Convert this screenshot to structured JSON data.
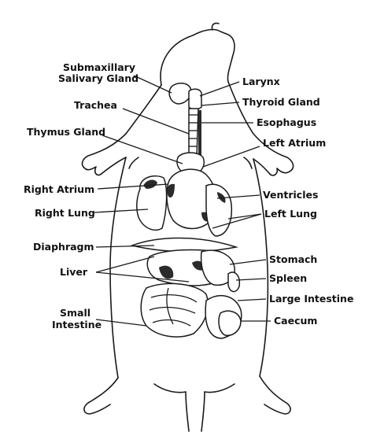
{
  "labels": {
    "submaxillary_l1": "Submaxillary",
    "submaxillary_l2": "Salivary Gland",
    "trachea": "Trachea",
    "thymus": "Thymus Gland",
    "right_atrium": "Right Atrium",
    "right_lung": "Right Lung",
    "diaphragm": "Diaphragm",
    "liver": "Liver",
    "small_intestine_l1": "Small",
    "small_intestine_l2": "Intestine",
    "larynx": "Larynx",
    "thyroid": "Thyroid Gland",
    "esophagus": "Esophagus",
    "left_atrium": "Left Atrium",
    "ventricles": "Ventricles",
    "left_lung": "Left Lung",
    "stomach": "Stomach",
    "spleen": "Spleen",
    "large_intestine": "Large Intestine",
    "caecum": "Caecum"
  }
}
